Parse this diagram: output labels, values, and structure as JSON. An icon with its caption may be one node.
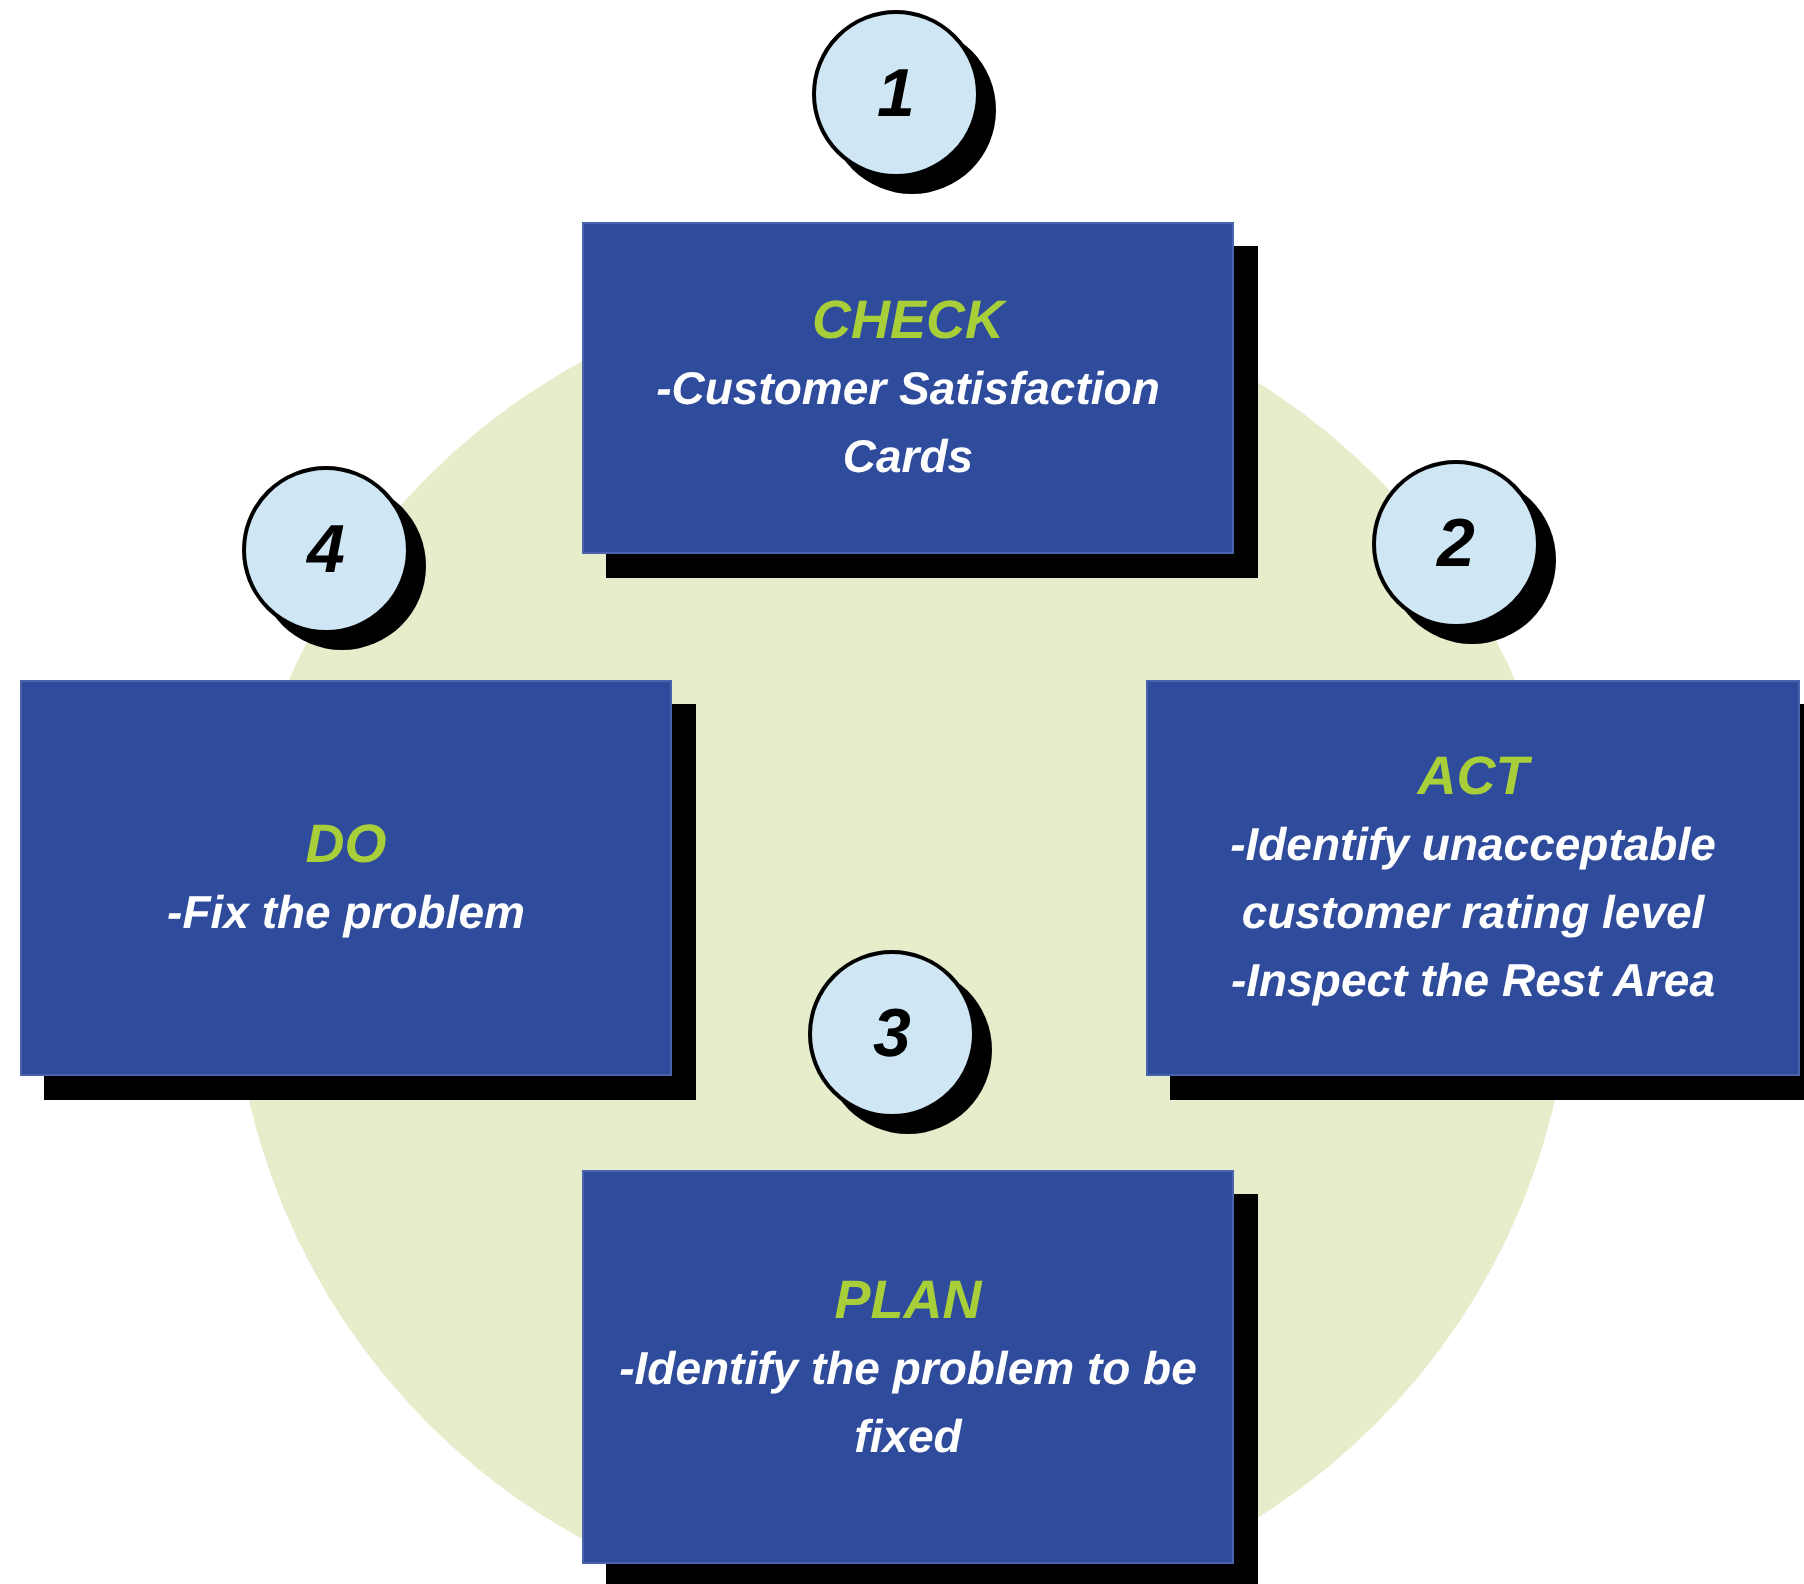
{
  "diagram": {
    "nodes": [
      {
        "text": [
          "1"
        ]
      },
      {
        "text": [
          "CHECK",
          "-Customer Satisfaction Cards"
        ]
      },
      {
        "text": [
          "4"
        ]
      },
      {
        "text": [
          "2"
        ]
      },
      {
        "text": [
          "DO",
          "-Fix the problem"
        ]
      },
      {
        "text": [
          "ACT",
          "-Identify unacceptable customer rating level",
          "-Inspect the Rest Area"
        ]
      },
      {
        "text": [
          "3"
        ]
      },
      {
        "text": [
          "PLAN",
          "-Identify the problem to be fixed"
        ]
      }
    ]
  }
}
